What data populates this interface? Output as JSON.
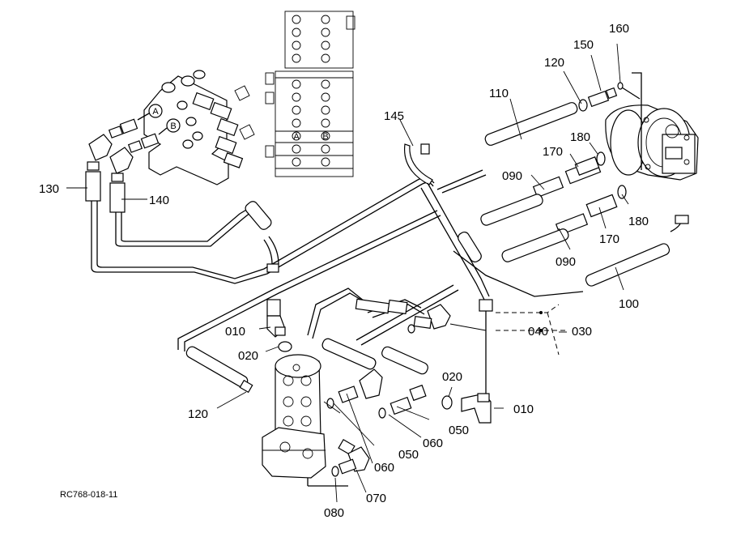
{
  "diagram": {
    "reference_code": "RC768-018-11",
    "circle_markers": [
      "A",
      "B"
    ],
    "part_labels": {
      "p010a": "010",
      "p010b": "010",
      "p020a": "020",
      "p020b": "020",
      "p030": "030",
      "p040": "040",
      "p050a": "050",
      "p050b": "050",
      "p060a": "060",
      "p060b": "060",
      "p070": "070",
      "p080": "080",
      "p090a": "090",
      "p090b": "090",
      "p100": "100",
      "p110": "110",
      "p120a": "120",
      "p120b": "120",
      "p130": "130",
      "p140": "140",
      "p145": "145",
      "p150": "150",
      "p160": "160",
      "p170a": "170",
      "p170b": "170",
      "p180a": "180",
      "p180b": "180"
    }
  }
}
